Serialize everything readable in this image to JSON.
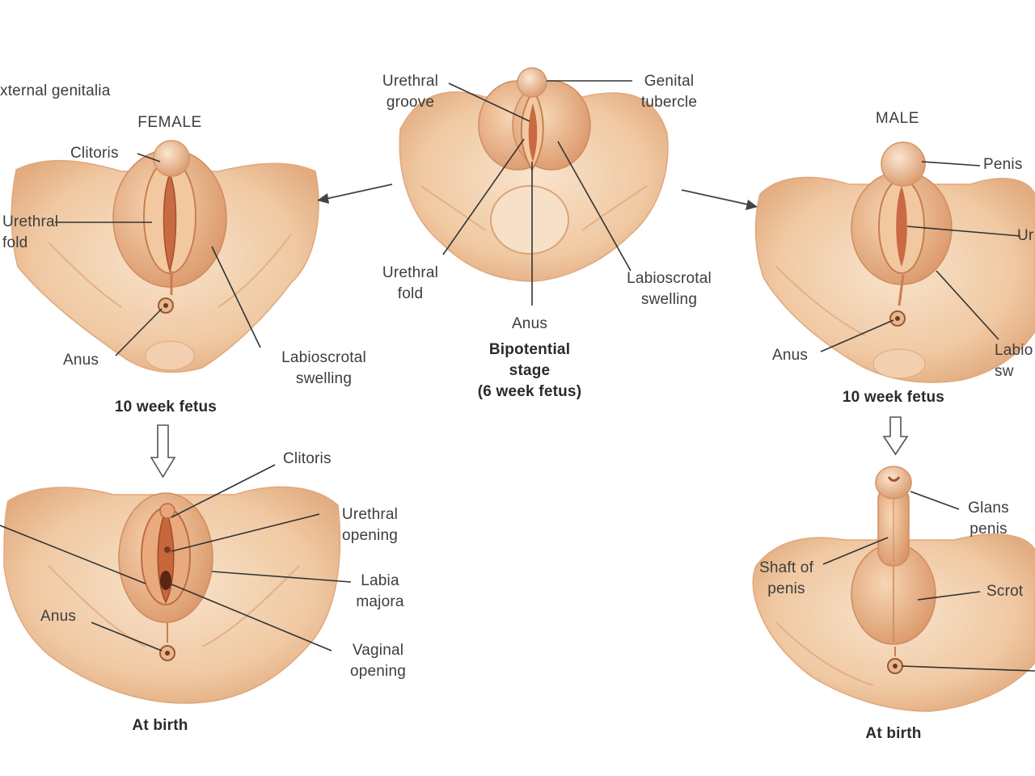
{
  "figure": {
    "corner_label": "xternal genitalia",
    "colors": {
      "skin_light": "#f6dcc0",
      "skin_mid": "#eebf95",
      "skin_dark": "#d99a6c",
      "fold": "#e2a273",
      "opening": "#b55e3a",
      "leader": "#333333",
      "text": "#3d3d3d"
    },
    "female": {
      "heading": "FEMALE",
      "week10": {
        "labels": [
          "Clitoris",
          "Urethral\nfold",
          "Anus",
          "Labioscrotal\nswelling"
        ],
        "caption": "10 week fetus"
      },
      "birth": {
        "labels": [
          "Clitoris",
          "Urethral\nopening",
          "Labia\nmajora",
          "Anus",
          "Vaginal\nopening"
        ],
        "caption": "At birth"
      }
    },
    "bipotential": {
      "labels": [
        "Urethral\ngroove",
        "Genital\ntubercle",
        "Urethral\nfold",
        "Labioscrotal\nswelling",
        "Anus"
      ],
      "caption": "Bipotential\nstage\n(6 week fetus)"
    },
    "male": {
      "heading": "MALE",
      "week10": {
        "labels": [
          "Penis",
          "Ur",
          "Anus",
          "Labio\nsw"
        ],
        "caption": "10 week fetus"
      },
      "birth": {
        "labels": [
          "Glans\npenis",
          "Shaft of\npenis",
          "Scrot"
        ],
        "caption": "At birth"
      }
    }
  }
}
